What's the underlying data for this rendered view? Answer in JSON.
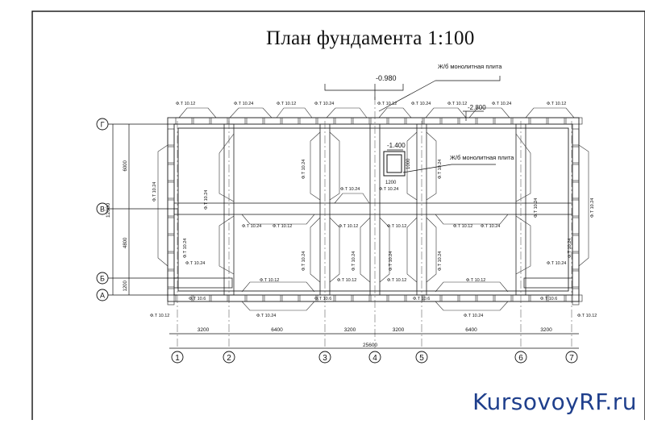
{
  "title": "План фундамента 1:100",
  "watermark": "KursovoyRF.ru",
  "notes": {
    "slab_top": "Ж/б монолитная плита",
    "slab_mid": "Ж/б монолитная плита",
    "level_top": "-0.980",
    "level_mid": "-1.400",
    "level_right": "-2.800",
    "pit_w": "1200",
    "pit_h": "1000"
  },
  "axes": {
    "columns": [
      "1",
      "2",
      "3",
      "4",
      "5",
      "6",
      "7"
    ],
    "rows": [
      "Г",
      "В",
      "Б",
      "А"
    ]
  },
  "dims": {
    "bottom": [
      "3200",
      "6400",
      "3200",
      "3200",
      "6400",
      "3200"
    ],
    "overall": "25600",
    "left": [
      "6000",
      "4800",
      "1200"
    ],
    "left_total": "12000"
  },
  "marks": {
    "top": [
      "Ф.Т 10.12",
      "Ф.Т 10.24",
      "Ф.Т 10.12",
      "Ф.Т 10.24",
      "Ф.Т 10.12",
      "Ф.Т 10.24",
      "Ф.Т 10.12",
      "Ф.Т 10.24",
      "Ф.Т 10.12"
    ],
    "center_row_upper": [
      "Ф.Т 10.24",
      "Ф.Т 10.24"
    ],
    "center_row_lower": [
      "Ф.Т 10.24",
      "Ф.Т 10.12",
      "Ф.Т 10.12",
      "Ф.Т 10.12",
      "Ф.Т 10.12",
      "Ф.Т 10.24"
    ],
    "left_vert": [
      "Ф.Т 10.24",
      "Ф.Т 10.24",
      "Ф.Т 10.24"
    ],
    "right_vert": [
      "Ф.Т 10.24",
      "Ф.Т 10.24",
      "Ф.Т 10.24"
    ],
    "mid_vert_upper": [
      "Ф.Т 10.24",
      "Ф.Т 10.24"
    ],
    "mid_vert_lower": [
      "Ф.Т 10.24",
      "Ф.Т 10.24",
      "Ф.Т 10.24",
      "Ф.Т 10.24"
    ],
    "lower_inner": [
      "Ф.Т 10.24",
      "Ф.Т 10.12",
      "Ф.Т 10.12",
      "Ф.Т 10.12",
      "Ф.Т 10.12",
      "Ф.Т 10.24"
    ],
    "bottom_row": [
      "Ф.Т 10.6",
      "Ф.Т 10.24",
      "Ф.Т 10.6",
      "Ф.Т 10.6",
      "Ф.Т 10.24",
      "Ф.Т 10.6"
    ],
    "bottom_outer": [
      "Ф.Т 10.12",
      "Ф.Т 10.12"
    ]
  }
}
